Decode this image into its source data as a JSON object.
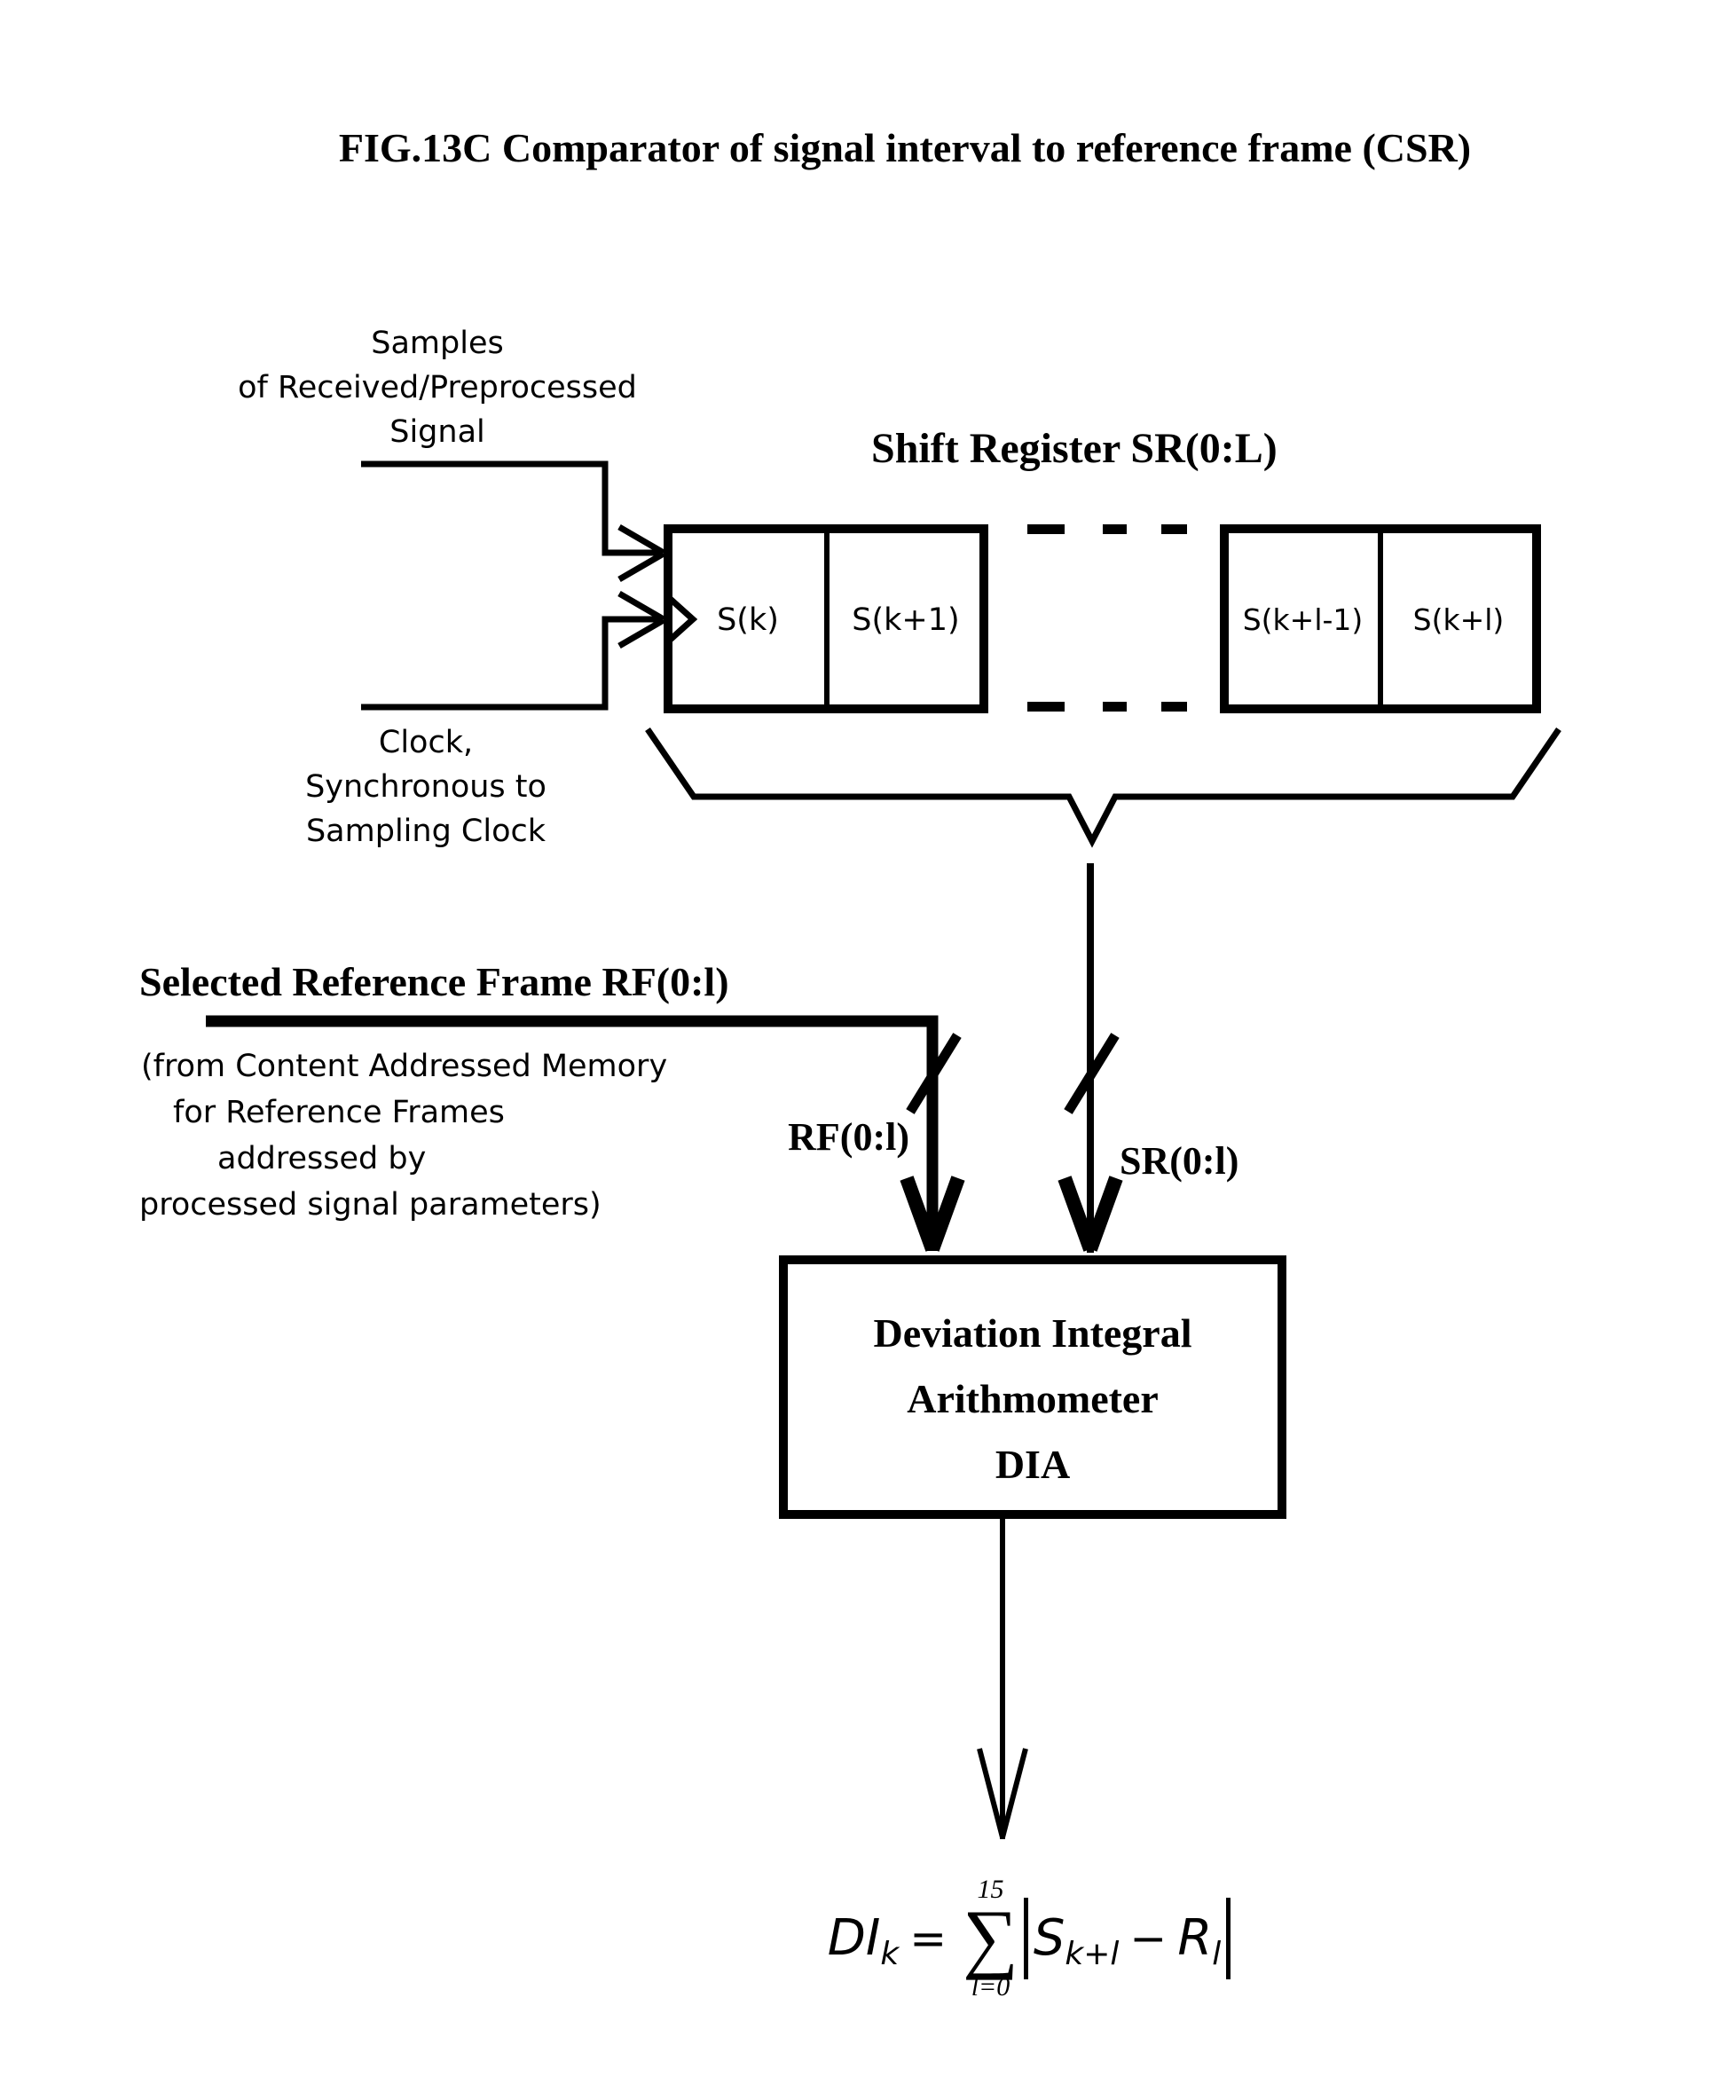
{
  "page": {
    "title": "FIG.13C Comparator of signal interval to reference frame (CSR)",
    "background": "#ffffff",
    "ink": "#000000"
  },
  "samples_label": {
    "lines": [
      "Samples",
      "of Received/Preprocessed",
      "Signal"
    ]
  },
  "shift_register": {
    "title": "Shift Register SR(0:L)",
    "cells": [
      "S(k)",
      "S(k+1)",
      "S(k+l-1)",
      "S(k+l)"
    ]
  },
  "clock_label": {
    "lines": [
      "Clock,",
      "Synchronous to",
      "Sampling Clock"
    ]
  },
  "reference_frame": {
    "heading": "Selected Reference Frame RF(0:l)",
    "note_lines": [
      "(from Content Addressed Memory",
      "for Reference Frames",
      "addressed by",
      "processed signal parameters)"
    ]
  },
  "bus_labels": {
    "rf": "RF(0:l)",
    "sr": "SR(0:l)"
  },
  "dia_box": {
    "lines": [
      "Deviation Integral",
      "Arithmometer",
      "DIA"
    ]
  },
  "formula": {
    "lhs": "DI",
    "lhs_sub": "k",
    "equals": "=",
    "sum_upper": "15",
    "sum_symbol": "∑",
    "sum_lower": "l=0",
    "term1": "S",
    "term1_sub": "k+l",
    "minus": "−",
    "term2": "R",
    "term2_sub": "l"
  }
}
